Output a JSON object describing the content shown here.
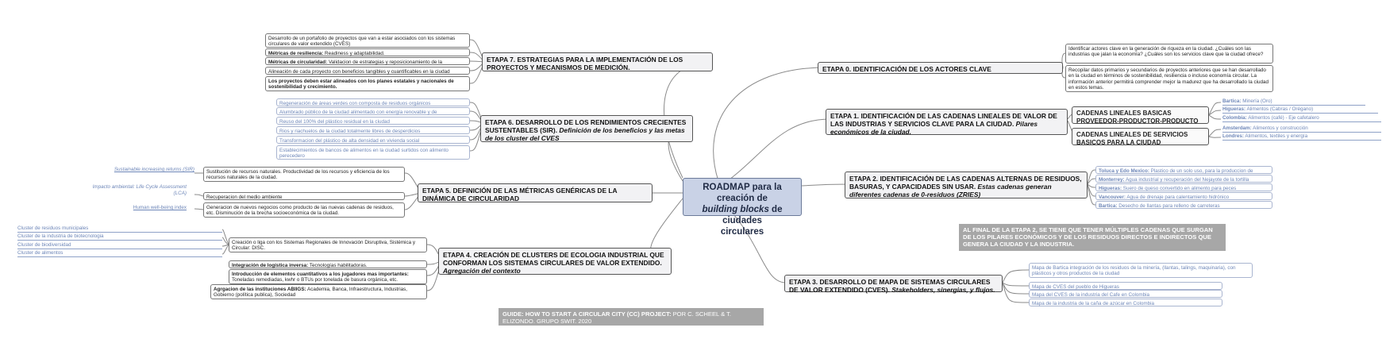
{
  "central": {
    "line1": "ROADMAP para la creación de",
    "line2_italic": "building blocks",
    "line2_rest": " de ciudades",
    "line3": "circulares"
  },
  "etapa0": {
    "title": "ETAPA 0. IDENTIFICACIÓN DE LOS ACTORES CLAVE",
    "leaves": [
      "Identificar actores clave en la generación de riqueza en la ciudad. ¿Cuáles son las industrias que jalan la economía? ¿Cuáles son los servicios clave que la ciudad ofrece?",
      "Recopilar datos primarios y secundarios de proyectos anteriores que se han desarrollado en la ciudad en términos de sostenibilidad, resiliencia o incluso economía circular. La información anterior permitirá comprender mejor la madurez que ha desarrollado la ciudad en estos temas."
    ]
  },
  "etapa1": {
    "title": "ETAPA 1. IDENTIFICACIÓN DE LAS CADENAS LINEALES DE VALOR DE LAS INDUSTRIAS Y SERVICIOS CLAVE PARA LA CIUDAD.",
    "title_italic": " Pilares económicos de la ciudad.",
    "sub1": "CADENAS LINEALES BASICAS PROVEEDOR-PRODUCTOR-PRODUCTO",
    "sub2": "CADENAS LINEALES DE SERVICIOS BASICOS PARA LA CIUDAD",
    "sub1_tags": [
      {
        "bold": "Bartica:",
        "text": " Minería (Oro)"
      },
      {
        "bold": "Higueras:",
        "text": " Alimentos (Cabras / Orégano)"
      },
      {
        "bold": "Colombia:",
        "text": " Alimentos (café) - Eje cafetalero"
      }
    ],
    "sub2_tags": [
      {
        "bold": "Amsterdam:",
        "text": " Alimentos y construcción"
      },
      {
        "bold": "Londres:",
        "text": " Alimentos, textiles y energía"
      }
    ]
  },
  "etapa2": {
    "title": "ETAPA 2. IDENTIFICACIÓN DE LAS CADENAS ALTERNAS DE RESIDUOS, BASURAS, Y CAPACIDADES SIN USAR.",
    "title_italic": " Estas cadenas generan diferentes cadenas de 0-residuos (ZRIES)",
    "leaves": [
      {
        "bold": "Toluca y Edo Mexico:",
        "text": " Plastico de un solo uso, para la produccion de"
      },
      {
        "bold": "Monterrey:",
        "text": " Agua industrial y recuperación del Nejayote de la tortilla"
      },
      {
        "bold": "Higueras:",
        "text": " Suero de queso convertido en alimento para peces"
      },
      {
        "bold": "Vancouver:",
        "text": " Agua de drenaje para calentamiento hidrónico"
      },
      {
        "bold": "Bartica:",
        "text": " Desecho de llantas para relleno de carreteras"
      }
    ]
  },
  "callout_right": "AL FINAL DE LA ETAPA 2, SE TIENE QUE TENER MÚLTIPLES CADENAS QUE SURGAN DE LOS PILARES ECONÓMICOS Y DE LOS RESIDUOS DIRECTOS E INDIRECTOS QUE GENERA LA CIUDAD Y LA INDUSTRIA.",
  "etapa3": {
    "title": "ETAPA 3. DESARROLLO DE MAPA DE SISTEMAS CIRCULARES DE VALOR EXTENDIDO (CVES).",
    "title_italic": " Stakeholders, sinergias, y flujos.",
    "leaves": [
      "Mapa de Bartica integración de los residuos de la minería, (llantas, talings, maquinaria), con plásticos y otros productos de la ciudad",
      "Mapa de CVES del pueblo de Higueras",
      "Mapa del CVES de la industria del Cafe en Colombia",
      "Mapa de la industria de la caña de azúcar en Colombia"
    ]
  },
  "etapa4": {
    "title": "ETAPA 4. CREACIÓN DE CLUSTERS DE ECOLOGIA INDUSTRIAL QUE CONFORMAN LOS SISTEMAS CIRCULARES DE VALOR EXTENDIDO.",
    "title_italic": " Agregación del contexto",
    "leaves": [
      {
        "bold": "",
        "text": "Creación o liga con los Sistemas Regionales de Innovación Disruptiva, Sistémica y Circular: DISC."
      },
      {
        "bold": "Integración de logística inversa:",
        "text": " Tecnologías habilitadoras."
      },
      {
        "bold": "Introducción de elementos cuantitativos a los jugadores mas importantes:",
        "text": " Toneladas remediadas, kwhr o BTUs por tonelada de basura orgánica, etc."
      },
      {
        "bold": "Agrgacion de las instituciones ABIIGS:",
        "text": " Academia, Banca, Infraestructura, Industrias, Gobierno (política publica), Sociedad"
      }
    ],
    "tags": [
      "Cluster de residuos municipales",
      "Cluster de la industria de biotecnologia",
      "Cluster de biodiversidad",
      "Cluster de alimentos"
    ]
  },
  "etapa5": {
    "title": "ETAPA 5. DEFINICIÓN DE LAS MÉTRICAS GENÉRICAS DE LA DINÁMICA DE CIRCULARIDAD",
    "leaves": [
      "Sustitución de recursos naturales. Productividad de los recursos y eficiencia de los recursos naturales de la ciudad.",
      "Recuperacion del medio ambiente",
      "Generacion de nuevos negocios como producto de las nuevas cadenas de residuos, etc. Disminución de la brecha socioeconómica de la ciudad."
    ],
    "tags": [
      "Sustainable increasing returns (SIR)",
      "Impacto ambiental: Life Cycle Assessment (LCA)",
      "Human well-being index"
    ]
  },
  "etapa6": {
    "title": "ETAPA 6. DESARROLLO DE LOS RENDIMIENTOS CRECIENTES SUSTENTABLES (SIR).",
    "title_italic": " Definición de los beneficios y las metas de los cluster del CVES",
    "leaves": [
      "Regeneración de áreas verdes con composta de residuos orgánicos",
      "Alumbrado público de la ciudad alimentado con energía renovable y de",
      "Reuso del 100% del plástico residual en la ciudad",
      "Rios y riachuelos de la ciudad totalmente libres de desperdicios",
      "Transformacion del plástico de alta densidad en vivienda social",
      "Establecimientos de bancos de alimentos en la ciudad surtidos con alimento perecedero"
    ]
  },
  "etapa7": {
    "title": "ETAPA 7. ESTRATEGIAS PARA LA IMPLEMENTACIÓN  DE LOS PROYECTOS Y MECANISMOS DE MEDICIÓN.",
    "leaves": [
      {
        "bold": "",
        "text": "Desarrollo de un portafolio de proyectos que van a estar asociados con los sistemas circulares de valor extendido (CVES)"
      },
      {
        "bold": "Métricas de resiliencia:",
        "text": " Readiness y adaptabilidad."
      },
      {
        "bold": "Métricas de circularidad:",
        "text": " Validacion de estrategias y reposicionamiento de la"
      },
      {
        "bold": "",
        "text": "Alineación de cada proyecto con beneficios tangibles y cuantificables en la ciudad"
      },
      {
        "bold": "Los proyectos deben estar alineados con los planes estatales y nacionales de sostenibilidad y crecimiento.",
        "text": ""
      }
    ]
  },
  "guide": {
    "bold": "GUIDE: HOW TO START A CIRCULAR CITY (CC) PROJECT:",
    "text": " POR C. SCHEEL & T. ELIZONDO. GRUPO SWIT.  2020"
  },
  "colors": {
    "central_fill": "#c9d2e6",
    "stage_fill": "#f2f2f4",
    "callout_fill": "#a7a7a7",
    "link_blue": "#6d86b8",
    "connector": "#8a8a8a"
  }
}
